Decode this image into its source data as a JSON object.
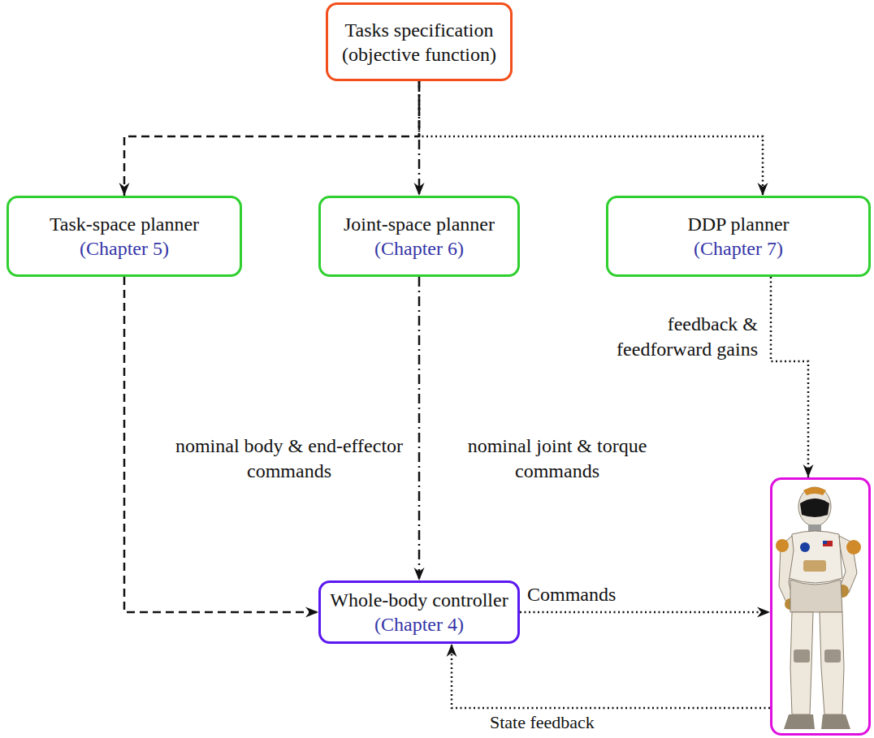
{
  "diagram": {
    "nodes": [
      {
        "text": [
          "Tasks specification (objective function)"
        ]
      },
      {
        "text": [
          "Task-space planner",
          "(Chapter 5)"
        ]
      },
      {
        "text": [
          "Joint-space planner",
          "(Chapter 6)"
        ]
      },
      {
        "text": [
          "DDP planner",
          "(Chapter 7)"
        ]
      },
      {
        "text": [
          "Whole-body controller",
          "(Chapter 4)"
        ]
      },
      {
        "text": []
      }
    ],
    "edges": [
      {
        "from": 0,
        "to": 1,
        "arrow": "to"
      },
      {
        "from": 0,
        "to": 2,
        "arrow": "to"
      },
      {
        "from": 0,
        "to": 3,
        "arrow": "to"
      },
      {
        "from": 1,
        "to": 4,
        "arrow": "to",
        "label": "nominal body & end-effector commands"
      },
      {
        "from": 2,
        "to": 4,
        "arrow": "to",
        "label": "nominal joint & torque commands"
      },
      {
        "from": 3,
        "to": 5,
        "arrow": "to",
        "label": "feedback & feedforward gains"
      },
      {
        "from": 4,
        "to": 5,
        "arrow": "to",
        "label": "Commands"
      },
      {
        "from": 5,
        "to": 4,
        "arrow": "to",
        "label": "State feedback"
      }
    ]
  }
}
